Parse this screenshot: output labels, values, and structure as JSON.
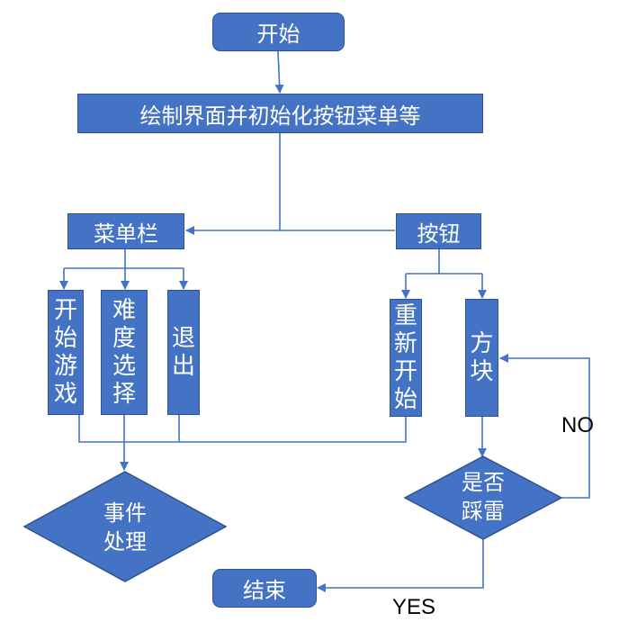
{
  "nodes": {
    "start": "开始",
    "init": "绘制界面并初始化按钮菜单等",
    "menu_bar": "菜单栏",
    "button": "按钮",
    "start_game": "开始游戏",
    "difficulty": "难度选择",
    "exit": "退出",
    "restart": "重新开始",
    "block": "方块",
    "is_mine": [
      "是否",
      "踩雷"
    ],
    "event": [
      "事件",
      "处理"
    ],
    "end": "结束"
  },
  "labels": {
    "no": "NO",
    "yes": "YES"
  },
  "colors": {
    "fill": "#4472C4",
    "stroke": "#2F528F",
    "line": "#4472C4",
    "text": "#FFFFFF"
  }
}
